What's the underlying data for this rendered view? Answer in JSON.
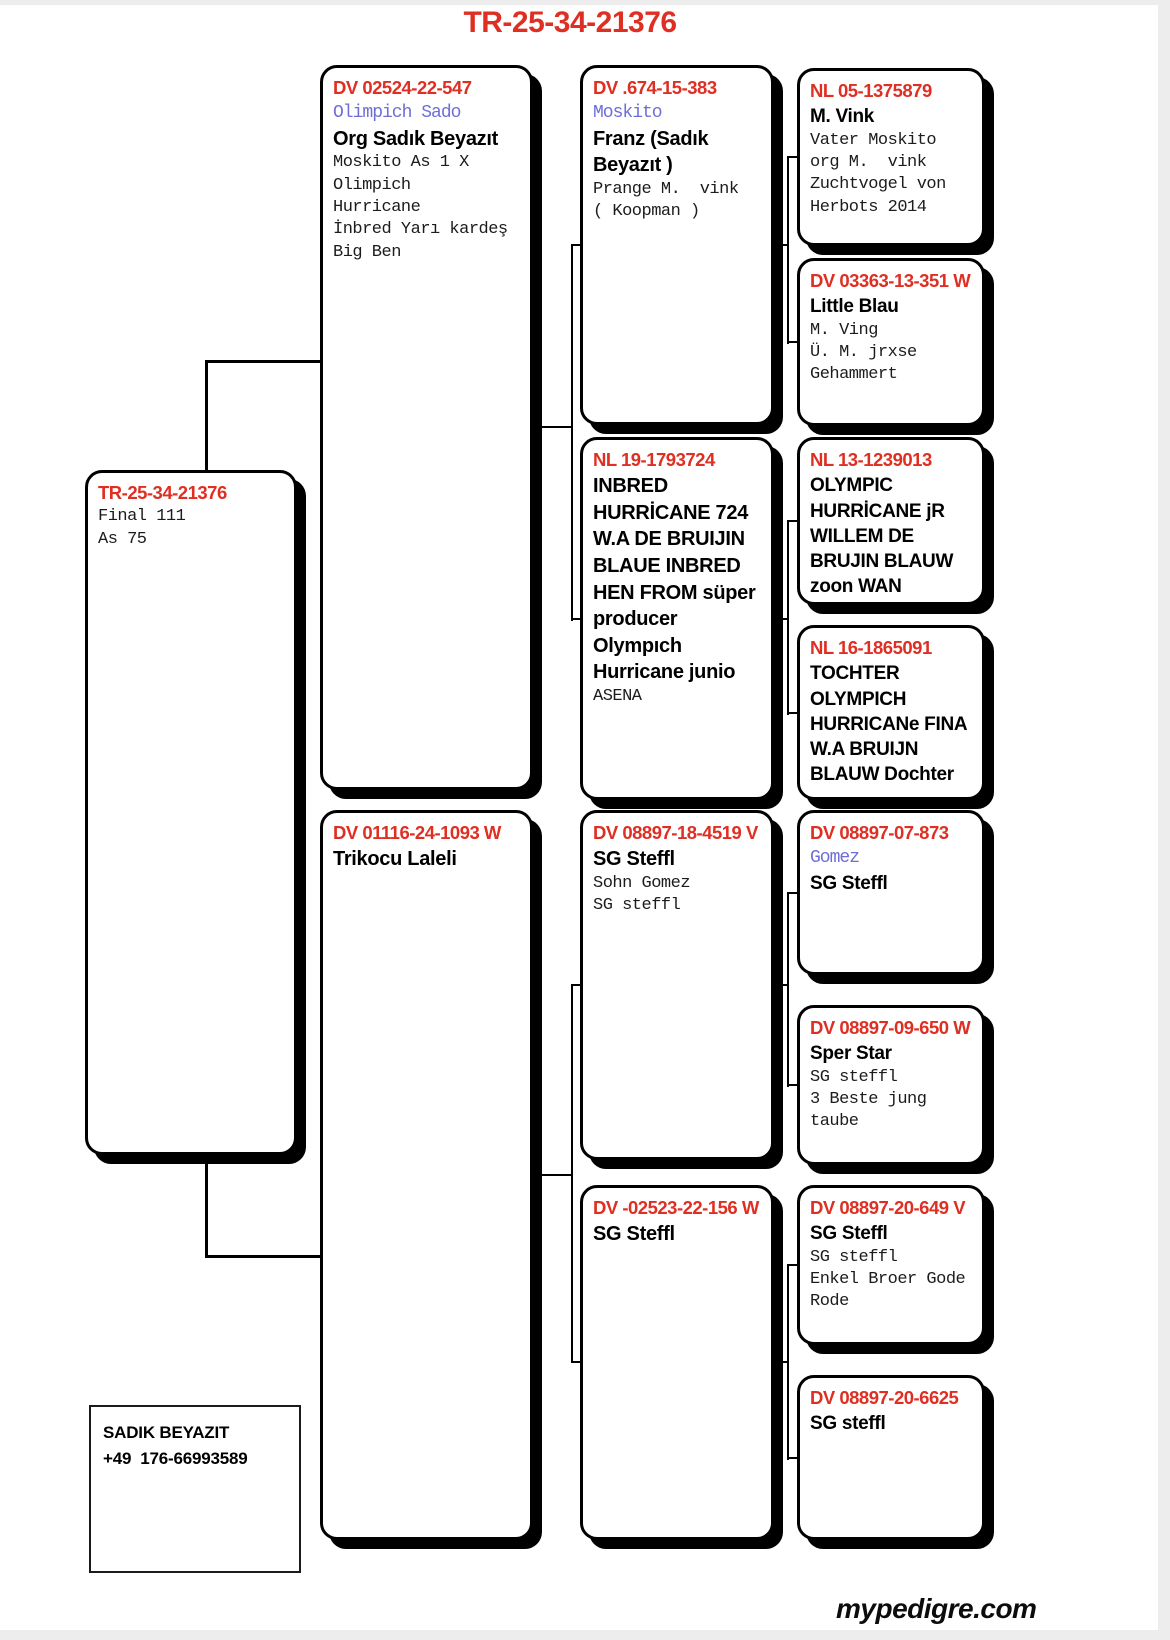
{
  "title": "TR-25-34-21376",
  "colors": {
    "red": "#df2f23",
    "blue": "#6e6ed8",
    "connector": "#000000",
    "shadow": "#000000"
  },
  "boxes": [
    {
      "ring": "TR-25-34-21376",
      "details": [
        "Final 111",
        "As 75"
      ]
    },
    {
      "ring": "DV 02524-22-547",
      "blue_name": "Olimpich Sado",
      "name": "Org Sadık Beyazıt",
      "details": [
        "Moskito As 1 X",
        "Olimpich",
        "Hurricane",
        "İnbred Yarı kardeş",
        "Big Ben"
      ]
    },
    {
      "ring": "DV 01116-24-1093 W",
      "name": "Trikocu Laleli",
      "details": []
    },
    {
      "ring": "DV .674-15-383",
      "blue_name": "Moskito",
      "name": "Franz (Sadık Beyazıt )",
      "details": [
        "Prange M.  vink",
        "( Koopman )"
      ]
    },
    {
      "ring": "NL 19-1793724",
      "name": "INBRED HURRİCANE 724 W.A DE BRUIJIN BLAUE INBRED HEN FROM süper producer Olympıch Hurricane junio",
      "details": [
        "ASENA"
      ]
    },
    {
      "ring": "DV 08897-18-4519 V",
      "name": "SG Steffl",
      "details": [
        "Sohn Gomez",
        "SG steffl"
      ]
    },
    {
      "ring": "DV -02523-22-156 W",
      "name": "SG Steffl",
      "details": []
    },
    {
      "ring": "NL 05-1375879",
      "name": "M. Vink",
      "details": [
        "Vater Moskito",
        "org M.  vink",
        "Zuchtvogel von",
        "Herbots 2014"
      ]
    },
    {
      "ring": "DV 03363-13-351 W",
      "name": "Little Blau",
      "details": [
        "M. Ving",
        "Ü. M. jrxse",
        "Gehammert"
      ]
    },
    {
      "ring": "NL 13-1239013",
      "name": "OLYMPIC HURRİCANE jR WILLEM DE BRUJIN BLAUW zoon WAN",
      "details": []
    },
    {
      "ring": "NL 16-1865091",
      "name": "TOCHTER OLYMPICH HURRICANe FINA W.A BRUIJN BLAUW Dochter",
      "details": []
    },
    {
      "ring": "DV 08897-07-873",
      "blue_name": "Gomez",
      "name": "SG Steffl",
      "details": []
    },
    {
      "ring": "DV 08897-09-650 W",
      "name": "Sper Star",
      "details": [
        "SG steffl",
        "3 Beste jung",
        "taube"
      ]
    },
    {
      "ring": "DV 08897-20-649 V",
      "name": "SG Steffl",
      "details": [
        "SG steffl",
        "Enkel Broer Gode",
        "Rode"
      ]
    },
    {
      "ring": "DV 08897-20-6625",
      "name": "SG steffl",
      "details": []
    }
  ],
  "contact": {
    "lines": [
      "SADIK BEYAZIT",
      "+49  176-66993589"
    ]
  },
  "footer": {
    "brand": "mypedigre.com"
  }
}
